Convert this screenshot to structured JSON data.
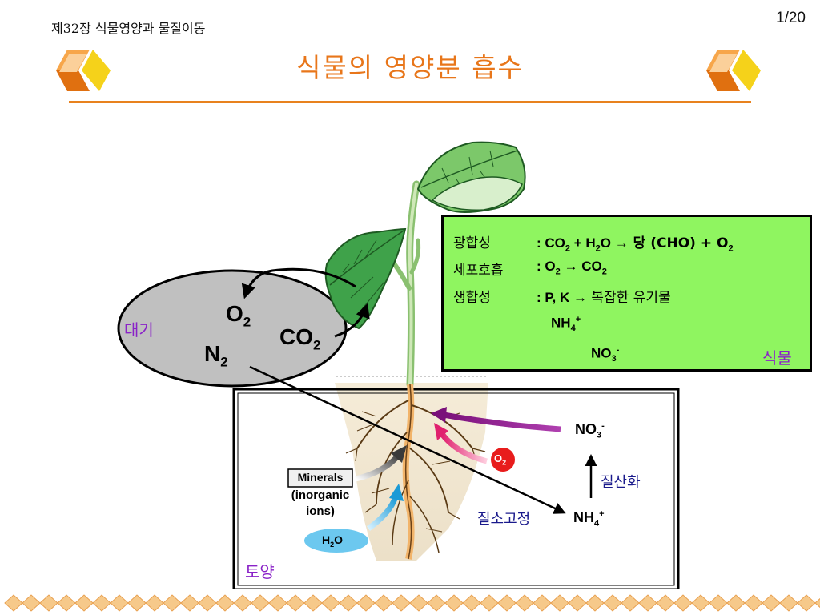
{
  "header": {
    "chapter": "제32장 식물영양과 물질이동",
    "page": "1/20",
    "title": "식물의 영양분 흡수"
  },
  "atmosphere": {
    "label": "대기",
    "o2": "O",
    "o2_sub": "2",
    "co2": "CO",
    "co2_sub": "2",
    "n2": "N",
    "n2_sub": "2"
  },
  "plant_box": {
    "label": "식물",
    "photosynthesis_term": "광합성",
    "photosynthesis_eq": [
      ": CO",
      "2",
      " + H",
      "2",
      "O ",
      "→",
      " 당 (CHO) + O",
      "2"
    ],
    "respiration_term": "세포호흡",
    "respiration_eq": [
      ": O",
      "2",
      " ",
      "→",
      " CO",
      "2"
    ],
    "synthesis_term": "생합성",
    "synthesis_eq": [
      ": P, K ",
      "→",
      " 복잡한 유기물"
    ],
    "nh4": [
      "NH",
      "4",
      "+"
    ],
    "no3": [
      "NO",
      "3",
      "-"
    ]
  },
  "soil": {
    "label": "토양",
    "no3": [
      "NO",
      "3",
      "-"
    ],
    "nh4": [
      "NH",
      "4",
      "+"
    ],
    "nitrification": "질산화",
    "nitrogen_fixation": "질소고정",
    "minerals_title": "Minerals",
    "minerals_sub1": "(inorganic",
    "minerals_sub2": "ions)",
    "h2o": [
      "H",
      "2",
      "O"
    ],
    "o2": [
      "O",
      "2"
    ]
  },
  "colors": {
    "title_orange": "#e8761a",
    "plant_box_green": "#8ff560",
    "atmosphere_gray": "#c0c0c0",
    "purple_text": "#8a22c8",
    "navy_text": "#1a1a8c",
    "no3_arrow_purple": "#8b1a8b",
    "o2_arrow_pink": "#e23a8a",
    "h2o_arrow_blue": "#2aa7d9",
    "o2_circle_red": "#e81c1c"
  },
  "icons": [
    "cube-ornament-icon",
    "leaf-icon",
    "root-icon"
  ]
}
